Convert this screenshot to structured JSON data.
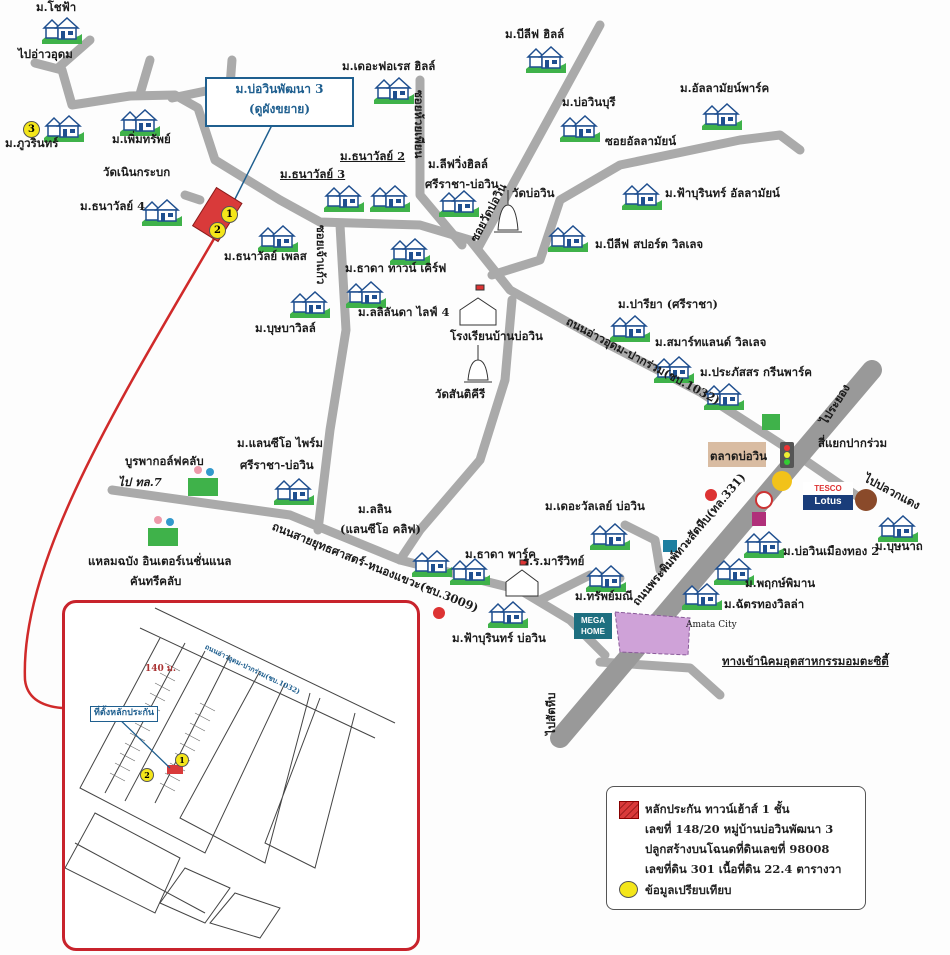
{
  "callout": {
    "line1": "ม.บ่อวินพัฒนา 3",
    "line2": "(ดูผังขยาย)"
  },
  "labels": {
    "chofa": "ม.โชฟ้า",
    "to_ao_udom": "ไปอ่าวอุดม",
    "phuwarin": "ม.ภูวรินทร์",
    "phoemsap": "ม.เพิ่มทรัพย์",
    "wat_noen_krabok": "วัดเนินกระบก",
    "thanawan4": "ม.ธนาวัลย์ 4",
    "thanawan3": "ม.ธนาวัลย์ 3",
    "thanawan2": "ม.ธนาวัลย์ 2",
    "thanawan_place": "ม.ธนาวัลย์ เพลส",
    "bussaba": "ม.บุษบาวิลล์",
    "forest_hill": "ม.เดอะฟอเรส ฮิลล์",
    "soi_huai_phian": "ซอยห้วยเพียน",
    "soi_chao_kaeo": "ซอยเจ้าแก้ว",
    "lifewing": "ม.ลีฟวิ่งฮิลล์",
    "sriracha_bowin": "ศรีราชา-บ่อวิน",
    "thada_town": "ม.ธาดา ทาวน์ เคิร์ฟ",
    "lalin_life4": "ม.ลลิลันดา ไลฟ์ 4",
    "blive_hill": "ม.บีลีฟ ฮิลล์",
    "bowinburi": "ม.บ่อวินบุรี",
    "soi_wat_bowin": "ซอยวัดบ่อวิน",
    "wat_bowin": "วัดบ่อวิน",
    "allamai_park": "ม.อัลลามัยน์พาร์ค",
    "soi_allamai": "ซอยอัลลามัยน์",
    "faburin_allamai": "ม.ฟ้าบุรินทร์ อัลลามัยน์",
    "blive_sport": "ม.บีลีฟ สปอร์ต วิลเลจ",
    "school_bowin": "โรงเรียนบ้านบ่อวิน",
    "wat_santikiri": "วัดสันติคีรี",
    "pariya": "ม.ปารียา (ศรีราชา)",
    "smartland": "ม.สมาร์ทแลนด์ วิลเลจ",
    "prapassorn": "ม.ประภัสสร กรีนพาร์ค",
    "road_ao_udom": "ถนนอ่าวอุดม-ปากร่วม(ชบ.1032)",
    "to_rayong": "ไประยอง",
    "intersection": "สี่แยกปากร่วม",
    "market_bowin": "ตลาดบ่อวิน",
    "to_pluak_daeng": "ไปปลวกแดง",
    "buchanat": "ม.บุษนาถ",
    "burapha_golf": "บูรพากอล์ฟคลับ",
    "to_hw7": "ไป ทล.7",
    "laem_chabang_golf_1": "แหลมฉบัง อินเตอร์เนชั่นแนล",
    "laem_chabang_golf_2": "คันทรีคลับ",
    "lanceo_prime_1": "ม.แลนซีโอ ไพร์ม",
    "lanceo_prime_2": "ศรีราชา-บ่อวิน",
    "lalin_1": "ม.ลลิน",
    "lalin_2": "(แลนซีโอ คลิฟ)",
    "road_3009": "ถนนสายยุทธศาสตร์-หนองแขวะ(ชบ.3009)",
    "thada_park": "ม.ธาดา พาร์ค",
    "mariwit": "ร.ร.มารีวิทย์",
    "the_valley": "ม.เดอะวัลเลย์ บ่อวิน",
    "sapmanee": "ม.ทรัพย์มณี",
    "faburin_bowin": "ม.ฟ้าบุรินทร์ บ่อวิน",
    "road_331": "ถนนพระพิมพ์ทวะสัตหีบ(ทล.331)",
    "bowin_muangthong2": "ม.บ่อวินเมืองทอง 2",
    "pruksa_phiman": "ม.พฤกษ์พิมาน",
    "chatthong": "ม.ฉัตรทองวิลล่า",
    "amata_city": "Amata City",
    "amata_entrance": "ทางเข้านิคมอุตสาหกรรมอมตะซิตี้",
    "to_sattahip": "ไปสัตหีบ",
    "mega_home": "MEGA HOME",
    "tesco": "TESCO",
    "lotus": "Lotus"
  },
  "inset": {
    "distance": "140 ม.",
    "road": "ถนนอ่าวอุดม-ปากร่วม(ชบ.1032)",
    "location_label": "ที่ตั้งหลักประกัน",
    "markers": [
      "1",
      "2"
    ]
  },
  "markers": [
    "1",
    "2",
    "3"
  ],
  "legend": {
    "line1": "หลักประกัน ทาวน์เฮ้าส์ 1 ชั้น",
    "line2": "เลขที่ 148/20 หมู่บ้านบ่อวินพัฒนา 3",
    "line3": "ปลูกสร้างบนโฉนดที่ดินเลขที่ 98008",
    "line4": "เลขที่ดิน 301 เนื้อที่ดิน 22.4 ตารางวา",
    "line5": "ข้อมูลเปรียบเทียบ"
  },
  "colors": {
    "road": "#a9a9a9",
    "property": "#d93a3a",
    "marker": "#f4e61a",
    "callout": "#1f5f8f",
    "inset_border": "#c8232c"
  }
}
